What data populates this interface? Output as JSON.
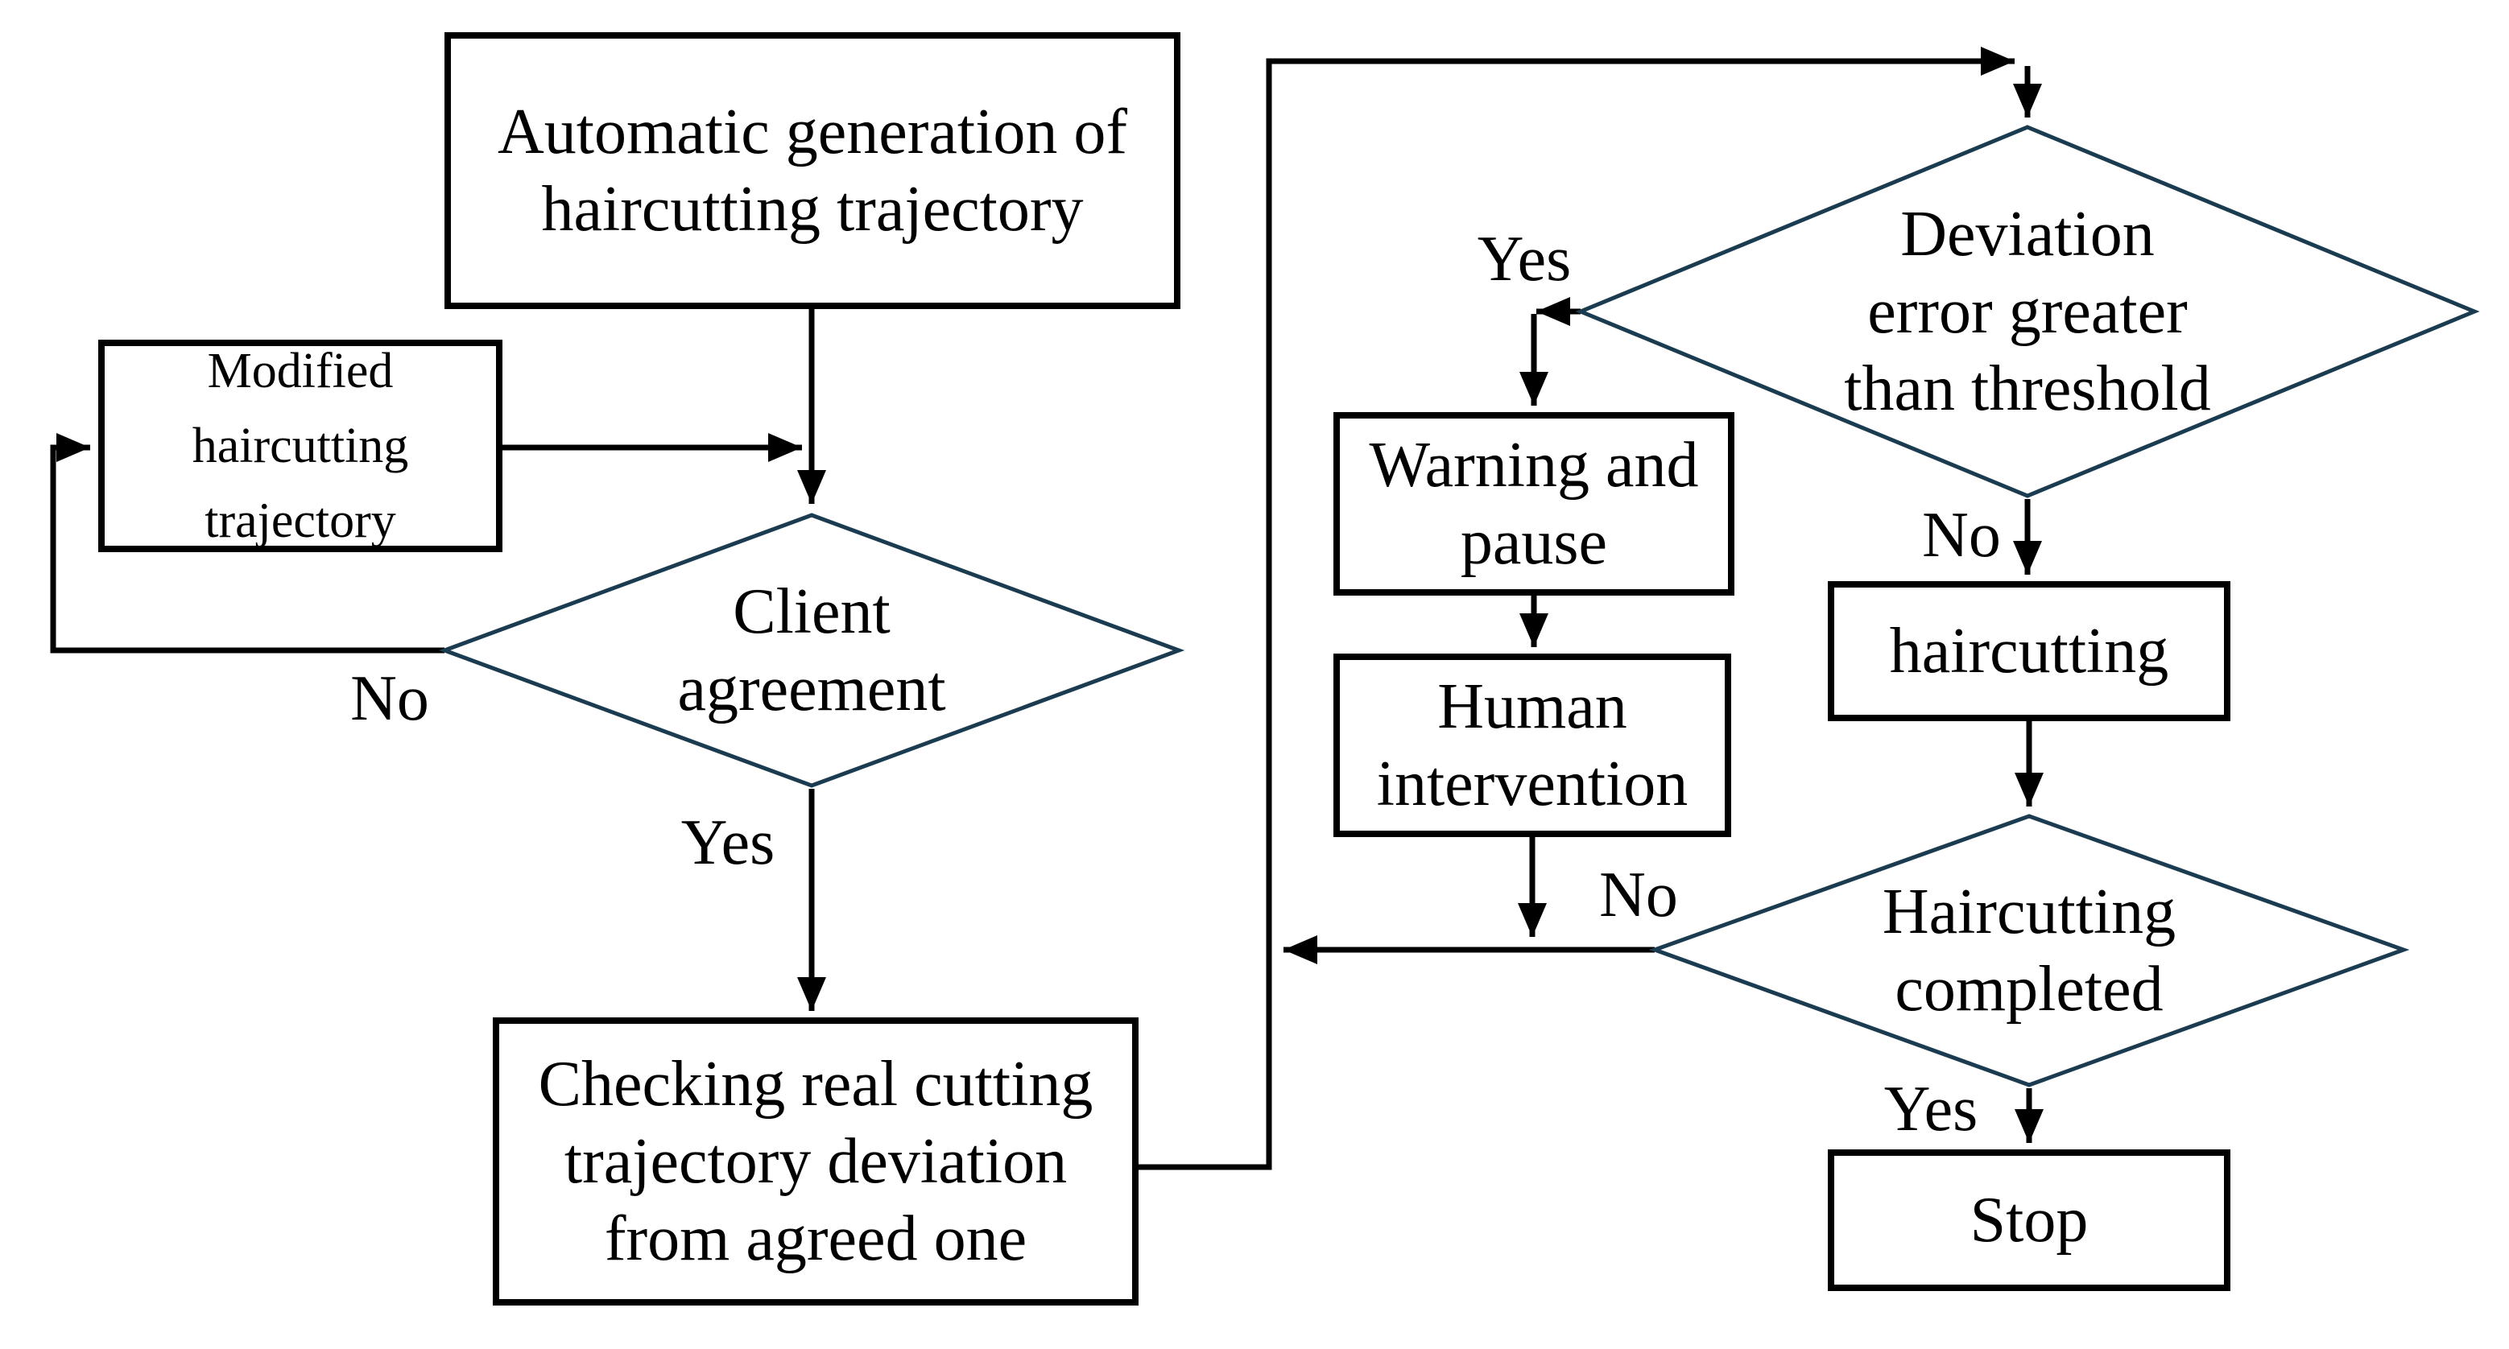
{
  "diagram": {
    "type": "flowchart",
    "nodes": {
      "auto_generation": {
        "type": "process",
        "label": "Automatic generation of\nhaircutting trajectory"
      },
      "modified": {
        "type": "process",
        "label": "Modified\nhaircutting\ntrajectory"
      },
      "client": {
        "type": "decision",
        "label": "Client\nagreement"
      },
      "checking": {
        "type": "process",
        "label": "Checking real cutting\ntrajectory deviation\nfrom agreed one"
      },
      "deviation": {
        "type": "decision",
        "label": "Deviation\nerror greater\nthan threshold"
      },
      "warning": {
        "type": "process",
        "label": "Warning and\npause"
      },
      "human": {
        "type": "process",
        "label": "Human\nintervention"
      },
      "haircutting": {
        "type": "process",
        "label": "haircutting"
      },
      "completed": {
        "type": "decision",
        "label": "Haircutting\ncompleted"
      },
      "stop": {
        "type": "process",
        "label": "Stop"
      }
    },
    "edge_labels": {
      "client_no": "No",
      "client_yes": "Yes",
      "deviation_yes": "Yes",
      "deviation_no": "No",
      "human_no": "No",
      "completed_yes": "Yes"
    },
    "colors": {
      "process_stroke": "#000000",
      "decision_stroke": "#1b3c50",
      "line": "#000000",
      "text": "#000000",
      "background": "#ffffff"
    }
  }
}
